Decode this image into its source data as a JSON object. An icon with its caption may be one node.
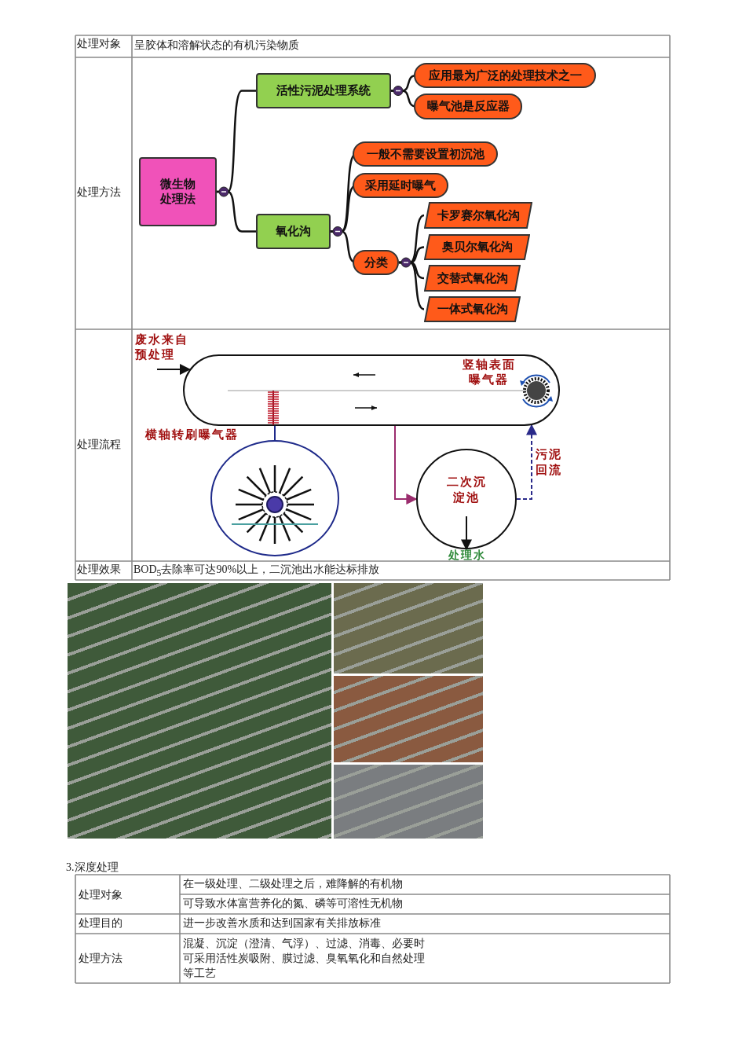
{
  "diagram": {
    "nodes": [
      {
        "text": [
          "微生物处理法"
        ]
      },
      {
        "text": [
          "活性污泥处理系统"
        ]
      },
      {
        "text": [
          "氧化沟"
        ]
      },
      {
        "text": [
          "应用最为广泛的处理技术之一"
        ]
      },
      {
        "text": [
          "曝气池是反应器"
        ]
      },
      {
        "text": [
          "一般不需要设置初沉池"
        ]
      },
      {
        "text": [
          "采用延时曝气"
        ]
      },
      {
        "text": [
          "分类"
        ]
      },
      {
        "text": [
          "卡罗赛尔氧化沟"
        ]
      },
      {
        "text": [
          "奥贝尔氧化沟"
        ]
      },
      {
        "text": [
          "交替式氧化沟"
        ]
      },
      {
        "text": [
          "一体式氧化沟"
        ]
      },
      {
        "text": [
          "废水来自预处理"
        ]
      },
      {
        "text": [
          "竖轴表面曝气器"
        ]
      },
      {
        "text": [],
        "shape": "circle"
      },
      {
        "text": [
          "二次沉淀池"
        ]
      },
      {
        "text": [
          "处理水"
        ]
      }
    ],
    "edges": [
      {
        "from": 0,
        "to": 1,
        "arrow": "none"
      },
      {
        "from": 0,
        "to": 2,
        "arrow": "none"
      },
      {
        "from": 1,
        "to": 3,
        "arrow": "none"
      },
      {
        "from": 1,
        "to": 4,
        "arrow": "none"
      },
      {
        "from": 2,
        "to": 5,
        "arrow": "none"
      },
      {
        "from": 2,
        "to": 6,
        "arrow": "none"
      },
      {
        "from": 2,
        "to": 7,
        "arrow": "none"
      },
      {
        "from": 7,
        "to": 8,
        "arrow": "none"
      },
      {
        "from": 7,
        "to": 9,
        "arrow": "none"
      },
      {
        "from": 7,
        "to": 10,
        "arrow": "none"
      },
      {
        "from": 7,
        "to": 11,
        "arrow": "none"
      },
      {
        "from": 12,
        "to": 13,
        "arrow": "to"
      },
      {
        "from": 13,
        "to": 14,
        "arrow": "none",
        "color": "#1e2a8a"
      },
      {
        "from": 13,
        "to": 15,
        "arrow": "to",
        "color": "#9b2d6e"
      },
      {
        "from": 15,
        "to": 13,
        "arrow": "to",
        "style": "dashed",
        "color": "#2a2a8a",
        "label": "污泥回流"
      },
      {
        "from": 15,
        "to": 16,
        "arrow": "to"
      }
    ],
    "labels": [
      "处理对象",
      "呈胶体和溶解状态的有机污染物质",
      "处理方法",
      "处理流程",
      "横轴转刷曝气器",
      "处理效果",
      "BOD$_{5}$去除率可达90%以上，二沉池出水能达标排放",
      "3.深度处理",
      "处理对象",
      "在一级处理、二级处理之后，难降解的有机物",
      "可导致水体富营养化的氮、磷等可溶性无机物",
      "处理目的",
      "进一步改善水质和达到国家有关排放标准",
      "处理方法",
      "混凝、沉淀（澄清、气浮）、过滤、消毒、必要时可采用活性炭吸附、膜过滤、臭氧氧化和自然处理等工艺"
    ]
  }
}
